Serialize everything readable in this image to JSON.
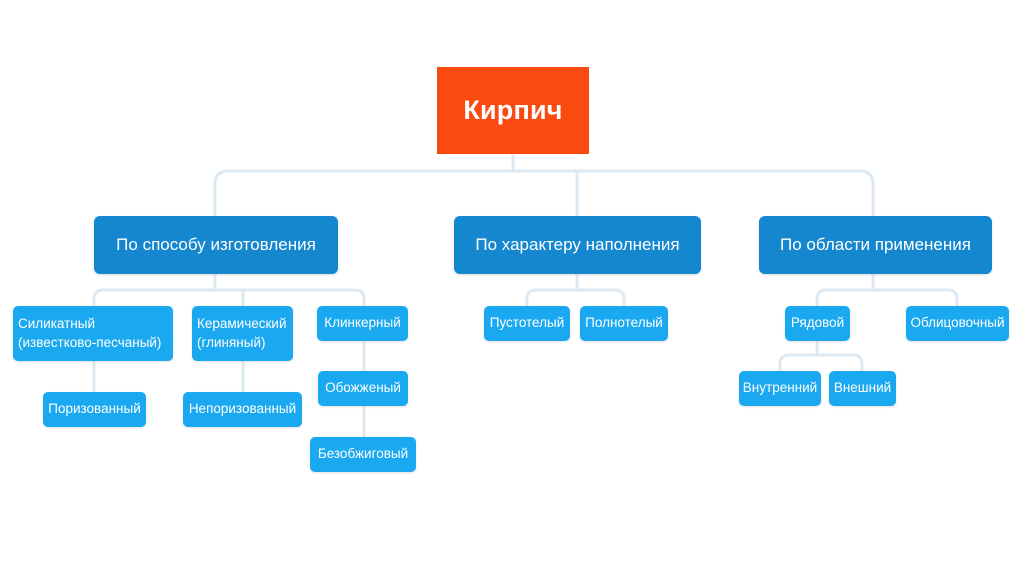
{
  "diagram": {
    "root": "Кирпич",
    "categories": {
      "manufacturing": "По способу изготовления",
      "filling": "По характеру наполнения",
      "application": "По области применения"
    },
    "manufacturing": {
      "silicate": "Силикатный (известково-песчаный)",
      "ceramic": "Керамический (глиняный)",
      "clinker": "Клинкерный",
      "porous": "Поризованный",
      "nonporous": "Непоризованный",
      "fired": "Обожженый",
      "unfired": "Безобжиговый"
    },
    "filling": {
      "hollow": "Пустотелый",
      "solid": "Полнотелый"
    },
    "application": {
      "ordinary": "Рядовой",
      "facing": "Облицовочный",
      "internal": "Внутренний",
      "external": "Внешний"
    }
  },
  "colors": {
    "root": "#fa4a10",
    "category": "#1487cf",
    "leaf": "#1aa9f0",
    "connector": "#dde9f2"
  }
}
